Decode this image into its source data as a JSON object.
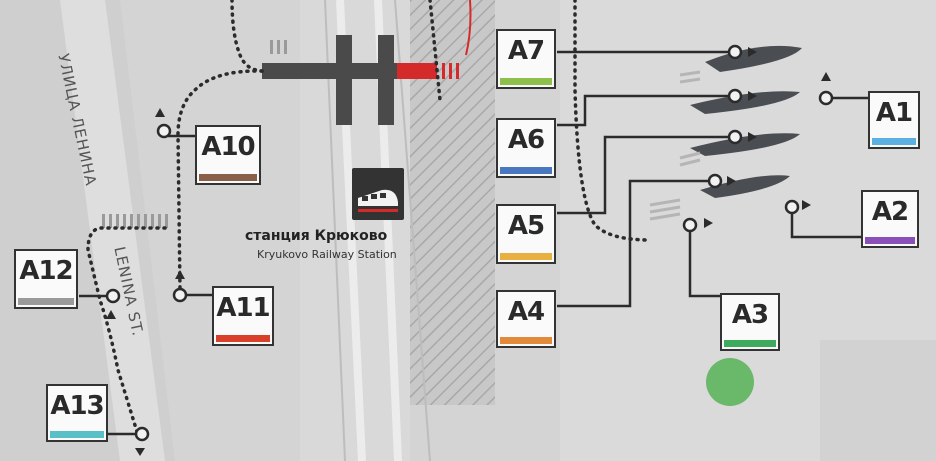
{
  "station": {
    "name_ru": "станция Крюково",
    "name_en": "Kryukovo Railway Station",
    "icon": "train-icon"
  },
  "streets": {
    "ru": "УЛИЦА ЛЕНИНА",
    "en": "LENINA ST."
  },
  "stops": [
    {
      "id": "a1",
      "label": "A1",
      "color": "#5ab0e0"
    },
    {
      "id": "a2",
      "label": "A2",
      "color": "#8a4fb8"
    },
    {
      "id": "a3",
      "label": "A3",
      "color": "#3daa5e"
    },
    {
      "id": "a4",
      "label": "A4",
      "color": "#e08a3a"
    },
    {
      "id": "a5",
      "label": "A5",
      "color": "#e8b040"
    },
    {
      "id": "a6",
      "label": "A6",
      "color": "#4a78c0"
    },
    {
      "id": "a7",
      "label": "A7",
      "color": "#8cc04a"
    },
    {
      "id": "a10",
      "label": "A10",
      "color": "#8a6048"
    },
    {
      "id": "a11",
      "label": "A11",
      "color": "#d8402a"
    },
    {
      "id": "a12",
      "label": "A12",
      "color": "#9a9a9a"
    },
    {
      "id": "a13",
      "label": "A13",
      "color": "#5ac0c8"
    }
  ],
  "colors": {
    "line": "#2b2b2b",
    "accent_red": "#d42a2a",
    "green_dot": "#6ab86a"
  }
}
